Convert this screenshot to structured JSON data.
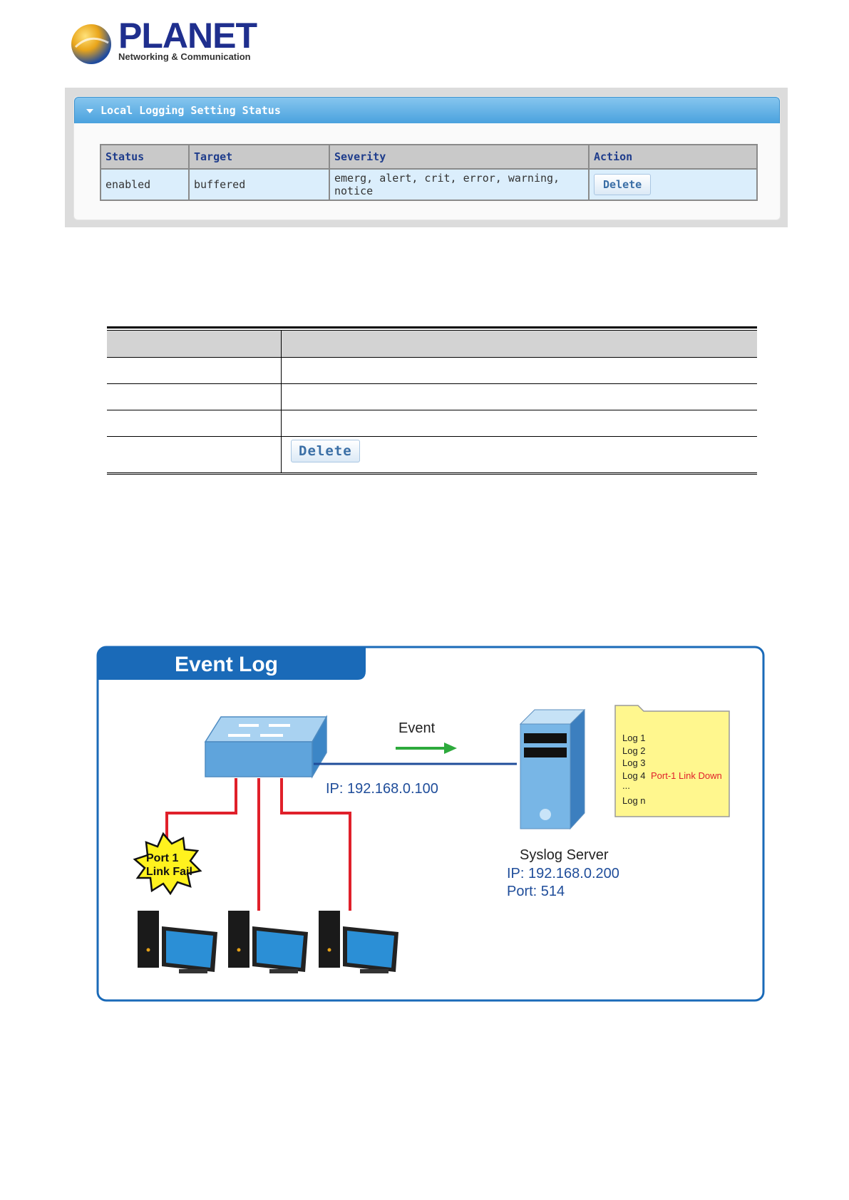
{
  "logo": {
    "word": "PLANET",
    "sub": "Networking & Communication"
  },
  "panel": {
    "title": "Local Logging Setting Status",
    "headers": [
      "Status",
      "Target",
      "Severity",
      "Action"
    ],
    "row": {
      "status": "enabled",
      "target": "buffered",
      "severity": "emerg, alert, crit, error, warning, notice",
      "action": "Delete"
    }
  },
  "desc_table": {
    "button": "Delete"
  },
  "diagram": {
    "title": "Event Log",
    "event_label": "Event",
    "switch_ip": "IP: 192.168.0.100",
    "server_label": "Syslog Server",
    "server_ip": "IP: 192.168.0.200",
    "server_port": "Port: 514",
    "fail_line1": "Port 1",
    "fail_line2": "Link Fail",
    "logs": {
      "log1": "Log 1",
      "log2": "Log 2",
      "log3": "Log 3",
      "log4": "Log 4",
      "log4_msg": "Port-1 Link Down",
      "dots": "...",
      "logn": "Log n"
    },
    "colors": {
      "frame": "#1a6ab8",
      "link": "#e0202a",
      "arrow": "#2daa3c",
      "note": "#fff78e"
    }
  }
}
